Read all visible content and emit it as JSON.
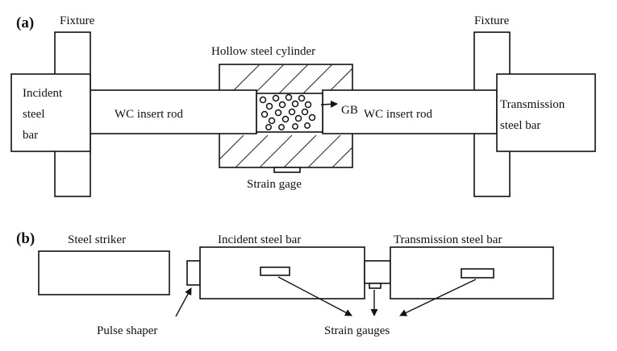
{
  "panel_a": {
    "panel_label": "(a)",
    "fixture_left": "Fixture",
    "fixture_right": "Fixture",
    "incident_bar": [
      "Incident",
      "steel",
      "bar"
    ],
    "left_rod": "WC insert rod",
    "cylinder": "Hollow steel cylinder",
    "specimen": "GB",
    "right_rod": "WC insert rod",
    "transmission_bar": [
      "Transmission",
      "steel bar"
    ],
    "strain_gage": "Strain gage"
  },
  "panel_b": {
    "panel_label": "(b)",
    "striker": "Steel striker",
    "incident_bar": "Incident steel bar",
    "transmission_bar": "Transmission steel bar",
    "pulse_shaper": "Pulse shaper",
    "strain_gauges": "Strain gauges"
  }
}
